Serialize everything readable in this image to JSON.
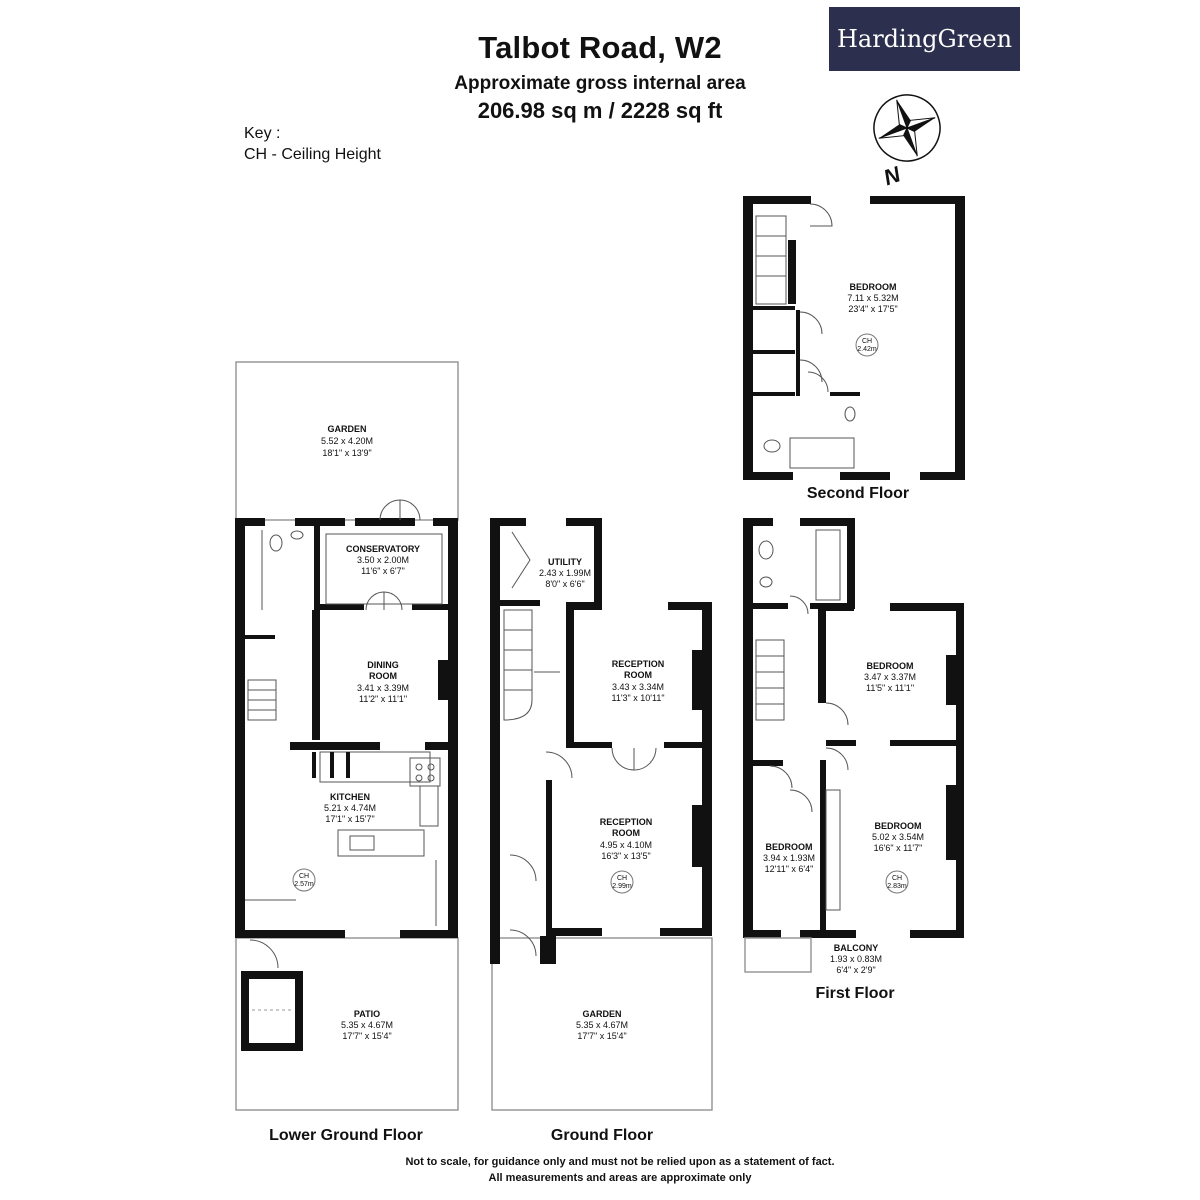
{
  "header": {
    "title": "Talbot Road, W2",
    "subtitle": "Approximate gross internal area",
    "area": "206.98 sq m /  2228 sq ft"
  },
  "key": {
    "label": "Key :",
    "item": "CH - Ceiling Height"
  },
  "logo": {
    "text": "HardingGreen",
    "color": "#2c2f4e"
  },
  "compass": {
    "letter": "N",
    "icon": "compass-rose-icon"
  },
  "floors": {
    "lower_ground": {
      "label": "Lower Ground Floor",
      "rooms": {
        "garden": {
          "name": "GARDEN",
          "metric": "5.52 x 4.20M",
          "imperial": "18'1\" x 13'9\""
        },
        "conservatory": {
          "name": "CONSERVATORY",
          "metric": "3.50 x 2.00M",
          "imperial": "11'6\" x 6'7\""
        },
        "dining": {
          "name1": "DINING",
          "name2": "ROOM",
          "metric": "3.41 x 3.39M",
          "imperial": "11'2\" x 11'1\""
        },
        "kitchen": {
          "name": "KITCHEN",
          "metric": "5.21 x 4.74M",
          "imperial": "17'1\" x 15'7\""
        },
        "patio": {
          "name": "PATIO",
          "metric": "5.35 x 4.67M",
          "imperial": "17'7\" x 15'4\""
        }
      },
      "ch": {
        "label": "CH",
        "value": "2.57m"
      }
    },
    "ground": {
      "label": "Ground Floor",
      "rooms": {
        "utility": {
          "name": "UTILITY",
          "metric": "2.43 x 1.99M",
          "imperial": "8'0\" x 6'6\""
        },
        "reception1": {
          "name1": "RECEPTION",
          "name2": "ROOM",
          "metric": "3.43 x 3.34M",
          "imperial": "11'3\" x 10'11\""
        },
        "reception2": {
          "name1": "RECEPTION",
          "name2": "ROOM",
          "metric": "4.95 x 4.10M",
          "imperial": "16'3\" x 13'5\""
        },
        "garden": {
          "name": "GARDEN",
          "metric": "5.35 x 4.67M",
          "imperial": "17'7\" x 15'4\""
        }
      },
      "ch": {
        "label": "CH",
        "value": "2.99m"
      }
    },
    "first": {
      "label": "First Floor",
      "rooms": {
        "bedroom_rear": {
          "name": "BEDROOM",
          "metric": "3.47 x 3.37M",
          "imperial": "11'5\" x 11'1\""
        },
        "bedroom_small": {
          "name": "BEDROOM",
          "metric": "3.94 x 1.93M",
          "imperial": "12'11\" x 6'4\""
        },
        "bedroom_front": {
          "name": "BEDROOM",
          "metric": "5.02 x 3.54M",
          "imperial": "16'6\" x 11'7\""
        },
        "balcony": {
          "name": "BALCONY",
          "metric": "1.93 x 0.83M",
          "imperial": "6'4\" x 2'9\""
        }
      },
      "ch": {
        "label": "CH",
        "value": "2.83m"
      }
    },
    "second": {
      "label": "Second Floor",
      "rooms": {
        "bedroom": {
          "name": "BEDROOM",
          "metric": "7.11 x 5.32M",
          "imperial": "23'4\" x 17'5\""
        }
      },
      "ch": {
        "label": "CH",
        "value": "2.42m"
      }
    }
  },
  "footer": {
    "line1": "Not to scale, for guidance only and must not be relied upon as a statement of fact.",
    "line2": "All measurements and areas are approximate only"
  }
}
